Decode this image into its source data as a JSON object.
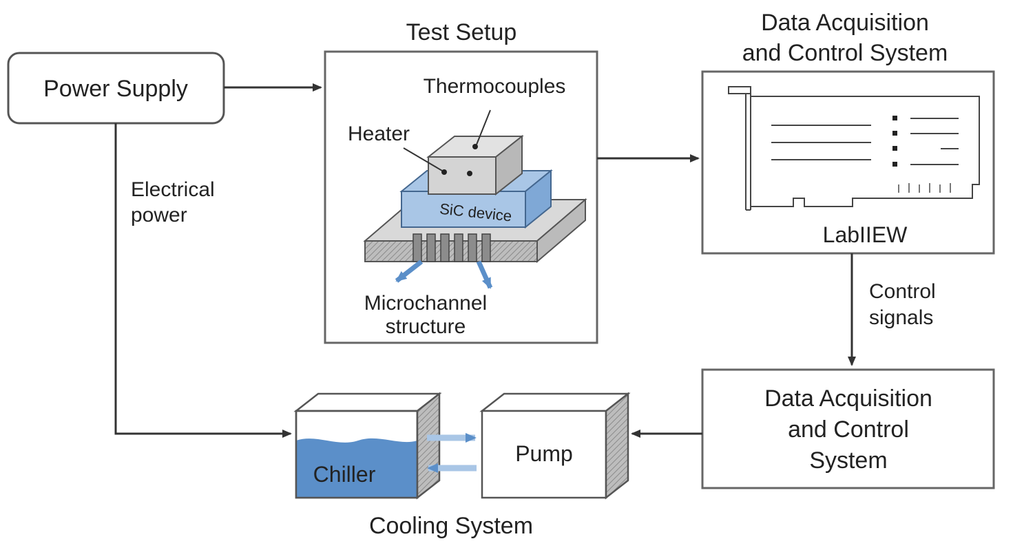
{
  "blocks": {
    "power_supply": "Power Supply",
    "test_setup_title": "Test Setup",
    "daq_top_title_line1": "Data Acquisition",
    "daq_top_title_line2": "and Control System",
    "labview": "LabIIEW",
    "daq_bottom_line1": "Data Acquisition",
    "daq_bottom_line2": "and Control",
    "daq_bottom_line3": "System",
    "chiller": "Chiller",
    "pump": "Pump",
    "cooling_system": "Cooling System"
  },
  "test_setup": {
    "thermocouples": "Thermocouples",
    "heater": "Heater",
    "sic_device": "SiC device",
    "microchannel_line1": "Microchannel",
    "microchannel_line2": "structure"
  },
  "connections": {
    "electrical_power_line1": "Electrical",
    "electrical_power_line2": "power",
    "control_signals_line1": "Control",
    "control_signals_line2": "signals"
  },
  "colors": {
    "accent_blue": "#5b8fc9",
    "light_blue": "#a9c6e6",
    "box_stroke": "#666666",
    "device_gray": "#d9d9d9"
  }
}
